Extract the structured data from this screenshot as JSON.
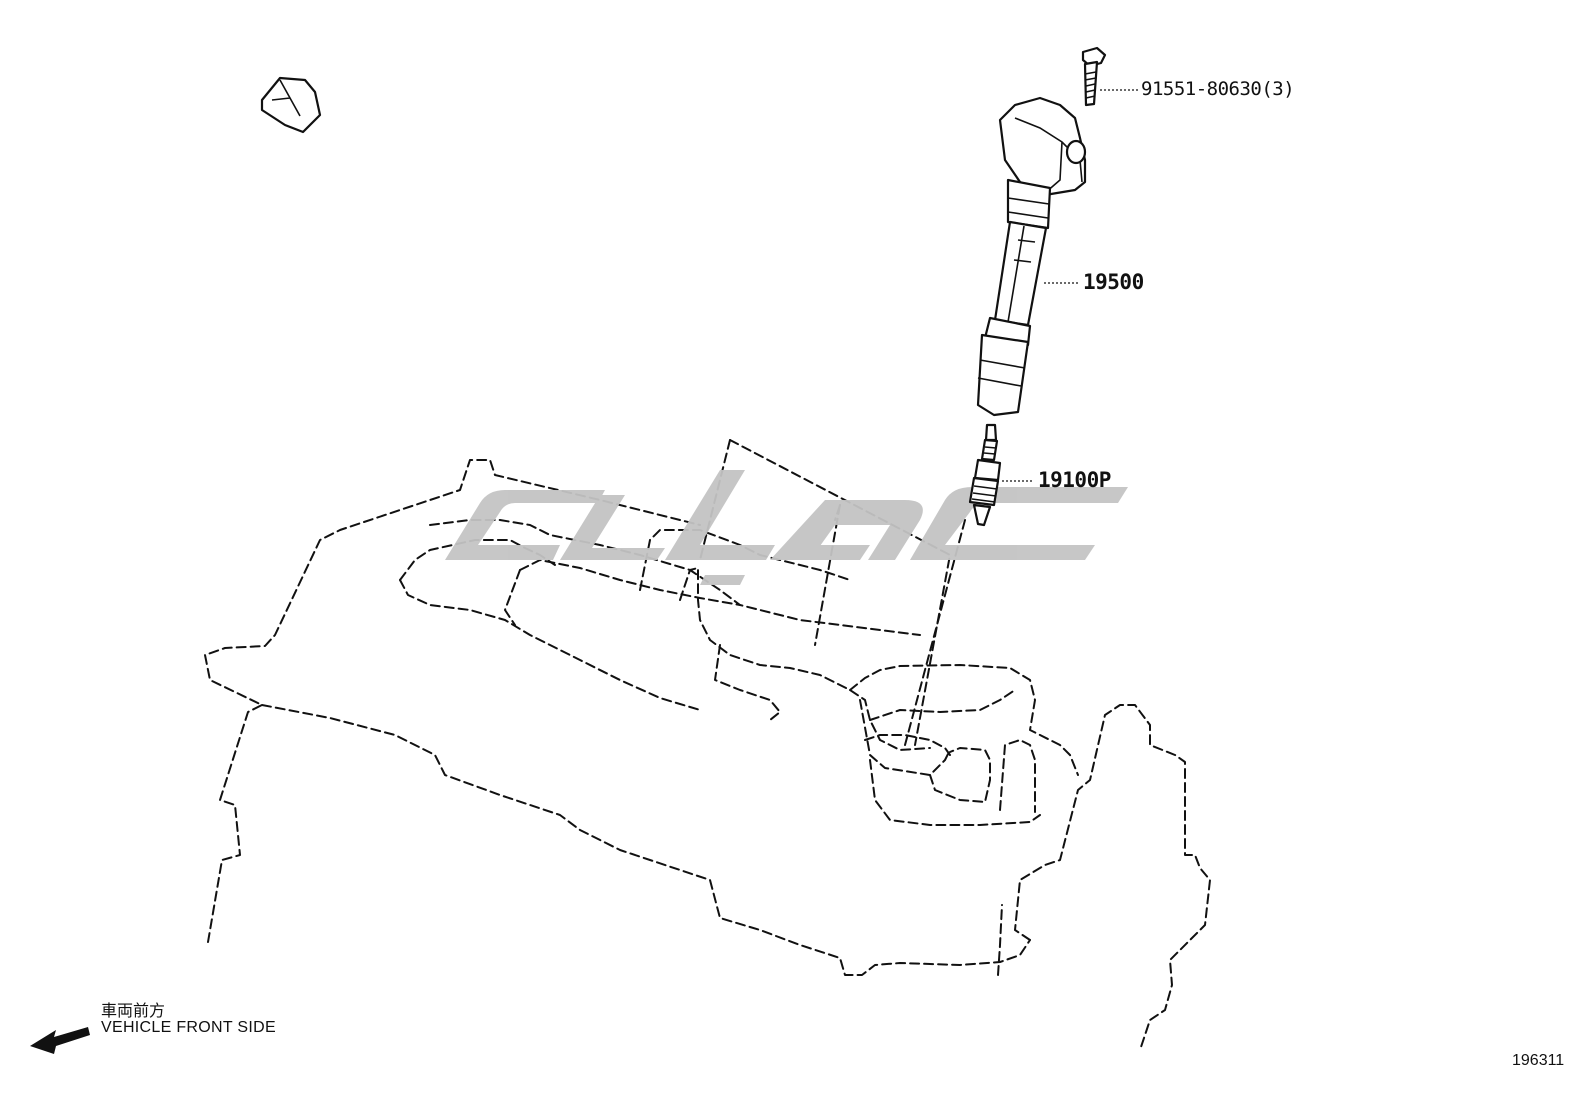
{
  "parts": {
    "bolt": {
      "number": "91551-80630(3)"
    },
    "ignition_coil": {
      "number": "19500"
    },
    "spark_plug": {
      "number": "19100P"
    }
  },
  "direction_indicator": {
    "label_jp": "車両前方",
    "label_en": "VEHICLE FRONT SIDE",
    "icon": "arrow-left-icon"
  },
  "figure_number": "196311",
  "watermark": {
    "color": "#c4c4c4"
  }
}
